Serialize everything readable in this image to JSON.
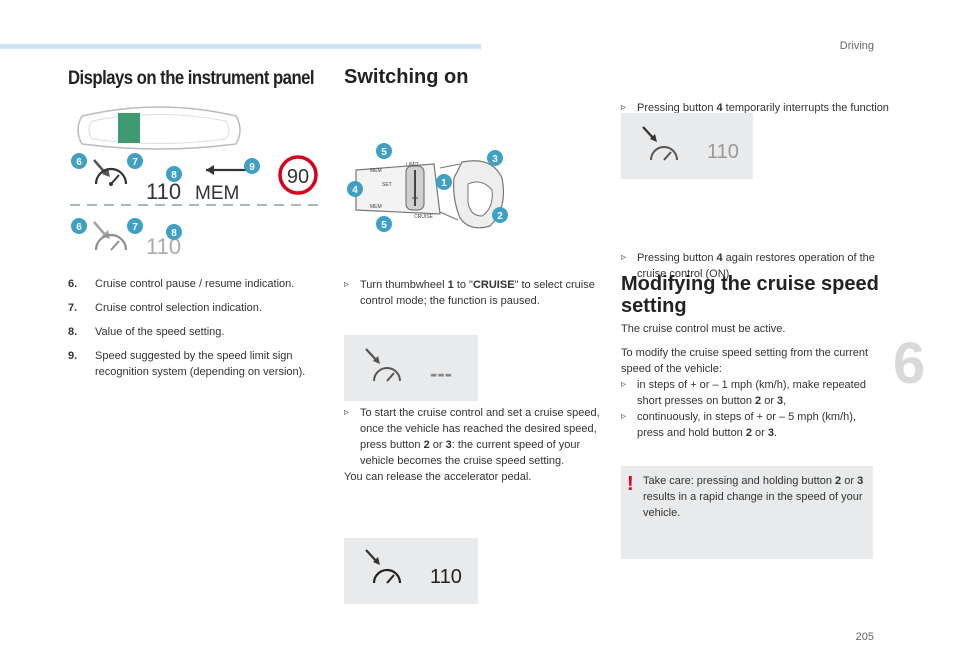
{
  "header": {
    "section": "Driving"
  },
  "footer": {
    "page_number": "205",
    "chapter": "6"
  },
  "left": {
    "title": "Displays on the instrument panel",
    "illustration": {
      "callouts": [
        "6",
        "7",
        "8",
        "9"
      ],
      "speed_value": "110",
      "mem_label": "MEM",
      "limit_value": "90"
    },
    "items": [
      {
        "num": "6.",
        "text": "Cruise control pause / resume indication."
      },
      {
        "num": "7.",
        "text": "Cruise control selection indication."
      },
      {
        "num": "8.",
        "text": "Value of the speed setting."
      },
      {
        "num": "9.",
        "text": "Speed suggested by the speed limit sign recognition system (depending on version)."
      }
    ]
  },
  "middle": {
    "title": "Switching on",
    "stalk": {
      "callouts": [
        "1",
        "2",
        "3",
        "4",
        "5"
      ],
      "labels": [
        "MEM",
        "LIMIT",
        "SET",
        "CRUISE"
      ]
    },
    "bullet1": {
      "pre": "Turn thumbwheel ",
      "b1": "1",
      "mid": " to \"",
      "b2": "CRUISE",
      "post": "\" to select cruise control mode; the function is paused."
    },
    "display1_value": "---",
    "bullet2": {
      "pre": "To start the cruise control and set a cruise speed, once the vehicle has reached the desired speed, press button ",
      "b1": "2",
      "mid": " or ",
      "b2": "3",
      "post": ": the current speed of your vehicle becomes the cruise speed setting."
    },
    "after": "You can release the accelerator pedal.",
    "display2_value": "110"
  },
  "right": {
    "bullet1": {
      "pre": "Pressing button ",
      "b1": "4",
      "post": " temporarily interrupts the function (pause)."
    },
    "display_value": "110",
    "bullet2": {
      "pre": "Pressing button ",
      "b1": "4",
      "post": " again restores operation of the cruise control (ON)."
    },
    "title": "Modifying the cruise speed setting",
    "p1": "The cruise control must be active.",
    "p2": "To modify the cruise speed setting from the current speed of the vehicle:",
    "bullet3": {
      "pre": "in steps of + or – 1 mph (km/h), make repeated short presses on button ",
      "b1": "2",
      "mid": " or ",
      "b2": "3",
      "post": ","
    },
    "bullet4": {
      "pre": "continuously, in steps of + or – 5 mph (km/h), press and hold button ",
      "b1": "2",
      "mid": " or ",
      "b2": "3",
      "post": "."
    },
    "warning": {
      "pre": "Take care: pressing and holding button ",
      "b1": "2",
      "mid": " or ",
      "b2": "3",
      "post": " results in a rapid change in the speed of your vehicle."
    }
  },
  "colors": {
    "callout": "#3fa0c4",
    "limit_ring": "#d6001c",
    "warning": "#e0001b",
    "topbar": "#cfe3f2"
  },
  "icons": [
    "cruise-control-icon",
    "speed-limit-sign-icon",
    "arrow-left-icon",
    "warning-exclamation-icon",
    "bullet-arrow-icon"
  ]
}
